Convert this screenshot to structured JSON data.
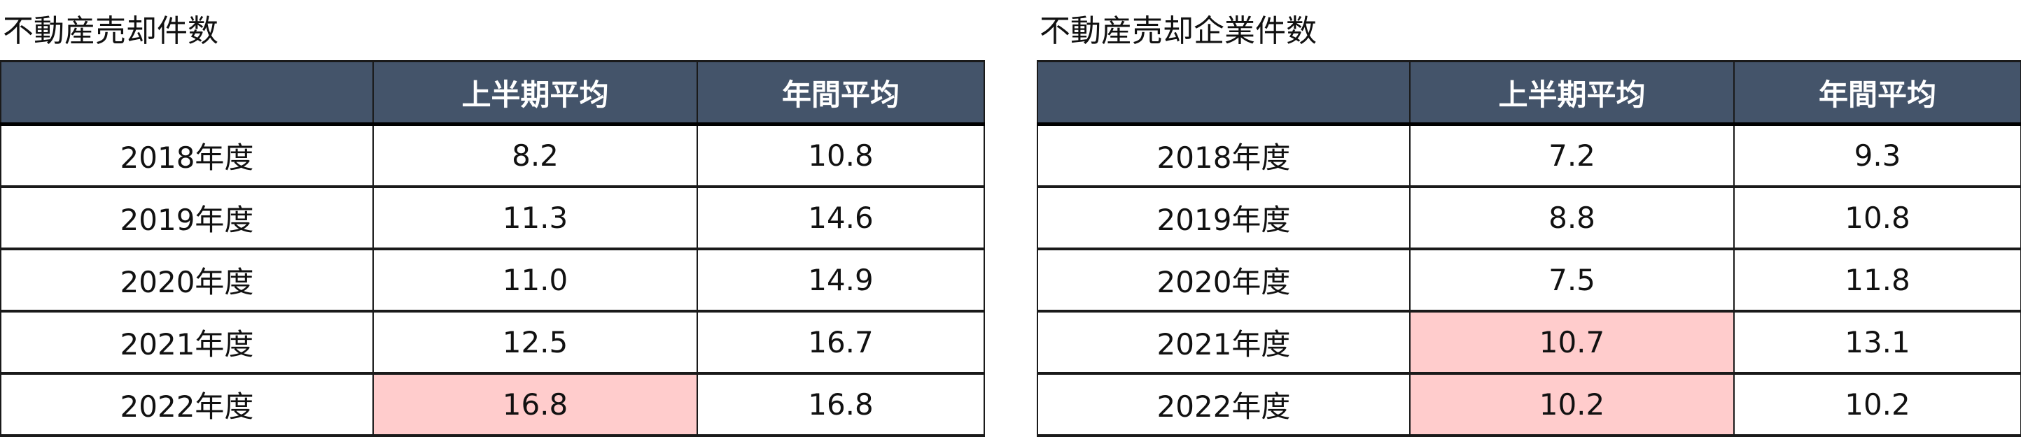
{
  "colors": {
    "header_bg": "#44546A",
    "header_text": "#FFFFFF",
    "highlight_bg": "#FFCCCC",
    "border": "#1A1A1A"
  },
  "tables": [
    {
      "title": "不動産売却件数",
      "headers": [
        "",
        "上半期平均",
        "年間平均"
      ],
      "rows": [
        {
          "label": "2018年度",
          "h1": "8.2",
          "annual": "10.8",
          "h1_highlight": false
        },
        {
          "label": "2019年度",
          "h1": "11.3",
          "annual": "14.6",
          "h1_highlight": false
        },
        {
          "label": "2020年度",
          "h1": "11.0",
          "annual": "14.9",
          "h1_highlight": false
        },
        {
          "label": "2021年度",
          "h1": "12.5",
          "annual": "16.7",
          "h1_highlight": false
        },
        {
          "label": "2022年度",
          "h1": "16.8",
          "annual": "16.8",
          "h1_highlight": true
        }
      ]
    },
    {
      "title": "不動産売却企業件数",
      "headers": [
        "",
        "上半期平均",
        "年間平均"
      ],
      "rows": [
        {
          "label": "2018年度",
          "h1": "7.2",
          "annual": "9.3",
          "h1_highlight": false
        },
        {
          "label": "2019年度",
          "h1": "8.8",
          "annual": "10.8",
          "h1_highlight": false
        },
        {
          "label": "2020年度",
          "h1": "7.5",
          "annual": "11.8",
          "h1_highlight": false
        },
        {
          "label": "2021年度",
          "h1": "10.7",
          "annual": "13.1",
          "h1_highlight": true
        },
        {
          "label": "2022年度",
          "h1": "10.2",
          "annual": "10.2",
          "h1_highlight": true
        }
      ]
    }
  ]
}
